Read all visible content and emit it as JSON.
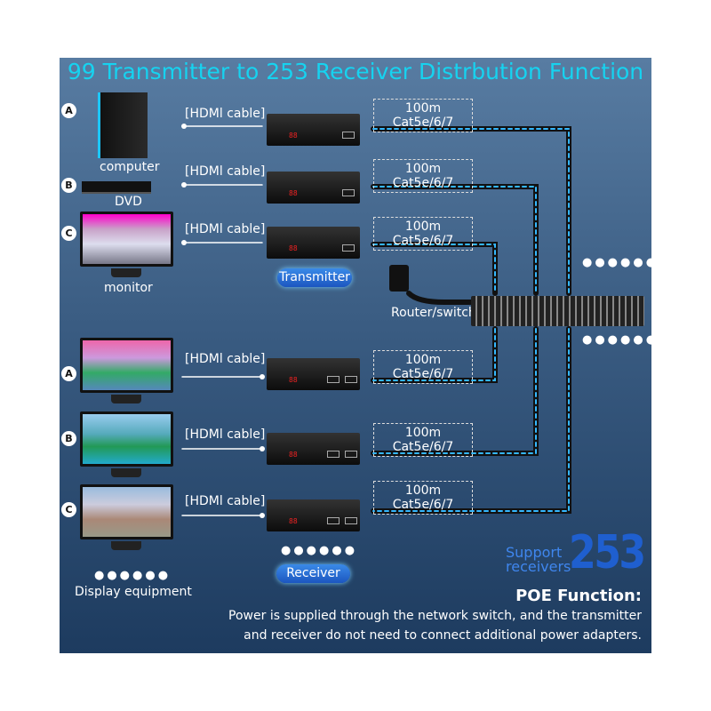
{
  "title": "99 Transmitter to 253 Receiver Distrbution Function",
  "sources": [
    {
      "badge": "A",
      "label": "computer",
      "cable": "[HDMl cable]",
      "network": "100m Cat5e/6/7"
    },
    {
      "badge": "B",
      "label": "DVD",
      "cable": "[HDMl cable]",
      "network": "100m Cat5e/6/7"
    },
    {
      "badge": "C",
      "label": "monitor",
      "cable": "[HDMl cable]",
      "network": "100m Cat5e/6/7"
    }
  ],
  "displays": [
    {
      "badge": "A",
      "cable": "[HDMl cable]",
      "network": "100m Cat5e/6/7"
    },
    {
      "badge": "B",
      "cable": "[HDMl cable]",
      "network": "100m Cat5e/6/7"
    },
    {
      "badge": "C",
      "cable": "[HDMl cable]",
      "network": "100m Cat5e/6/7"
    }
  ],
  "transmitter_label": "Transmitter",
  "receiver_label": "Receiver",
  "switch_label": "Router/switch",
  "dots": "●●●●●●",
  "display_equipment": "Display equipment",
  "support": {
    "line1": "Support",
    "line2": "receivers",
    "count": "253"
  },
  "poe": {
    "heading": "POE Function:",
    "line1": "Power is supplied through the network switch, and the transmitter",
    "line2": "and receiver do not need to connect additional power adapters."
  },
  "colors": {
    "title": "#16d3f0",
    "cable_glow": "#35b8ff",
    "pill": "#2a6fd8",
    "count": "#1f5fcf"
  }
}
